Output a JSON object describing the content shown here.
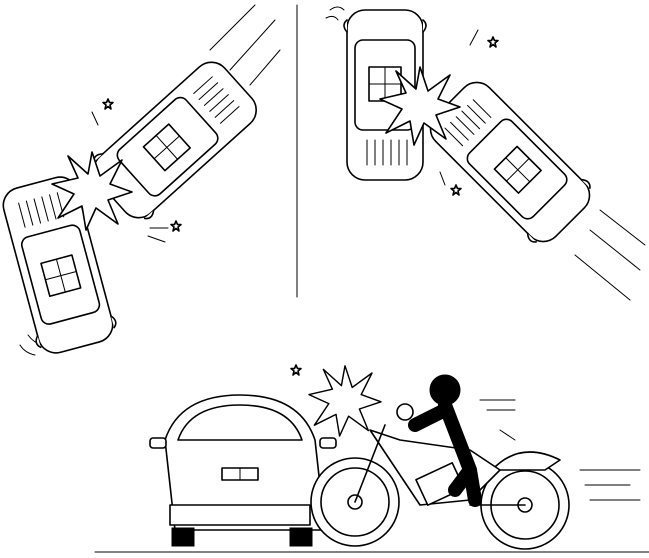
{
  "colors": {
    "line": "#000000",
    "background": "#ffffff"
  },
  "icons": [
    "car-collision-angle",
    "car-collision-side",
    "motorcycle-rear-collision",
    "impact-star"
  ]
}
